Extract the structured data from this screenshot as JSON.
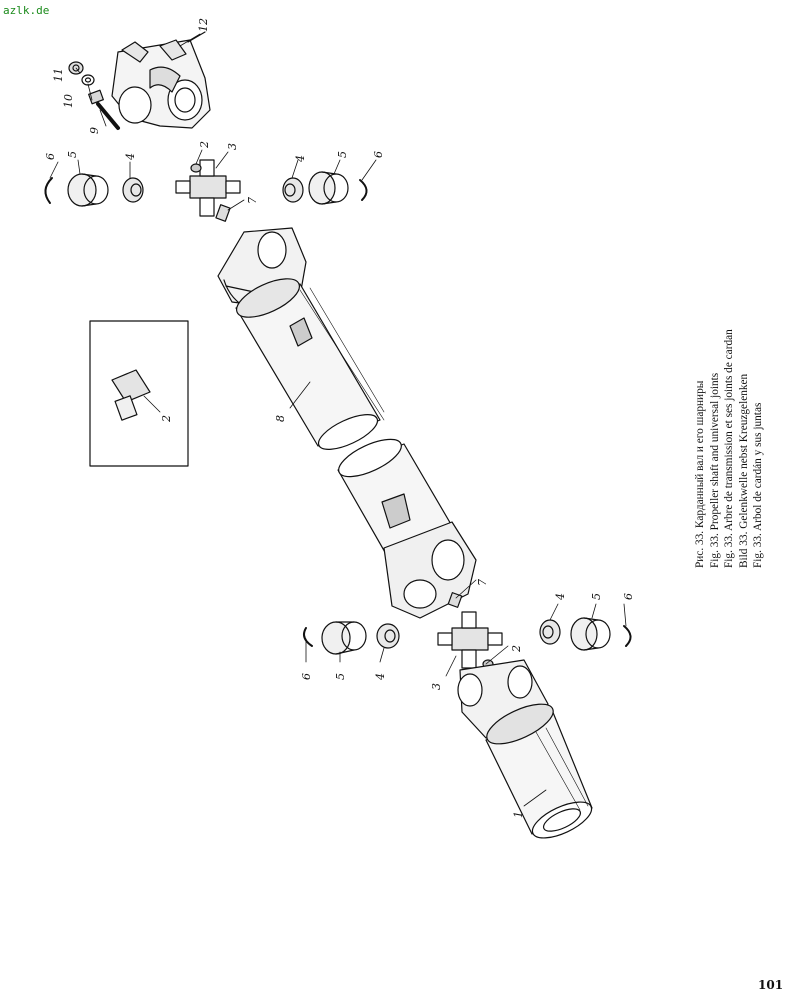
{
  "site": "azlk.de",
  "page_number": "101",
  "captions": [
    "Рис. 33. Карданный вал и его шарниры",
    "Fig. 33. Propeller shaft and universal joints",
    "Fig. 33. Arbre de transmission et ses joints de cardan",
    "Bild 33. Gelenkwelle nebst Kreuzgelenken",
    "Fig. 33. Arbol de cardán y sus juntas"
  ],
  "callouts": {
    "top_12": "12",
    "top_11": "11",
    "top_10": "10",
    "top_9": "9",
    "top_left_6": "6",
    "top_left_5": "5",
    "top_left_4": "4",
    "top_2": "2",
    "top_3": "3",
    "top_7": "7",
    "top_right_4": "4",
    "top_right_5": "5",
    "top_right_6": "6",
    "shaft_8": "8",
    "inset_2": "2",
    "bottom_7": "7",
    "bottom_2": "2",
    "bottom_3": "3",
    "bottom_left_6": "6",
    "bottom_left_5": "5",
    "bottom_left_4": "4",
    "bottom_right_4": "4",
    "bottom_right_5": "5",
    "bottom_right_6": "6",
    "shaft_1": "1"
  }
}
